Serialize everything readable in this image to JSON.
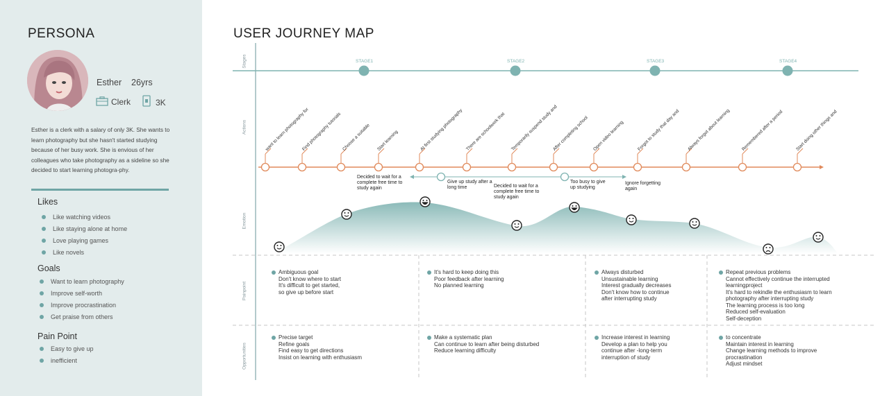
{
  "persona": {
    "title": "PERSONA",
    "name": "Esther",
    "age": "26yrs",
    "job": "Clerk",
    "salary": "3K",
    "bio": "Esther is a clerk with a salary of only 3K. She wants to learn photography but she hasn't started studying because of her busy work. She is envious of her colleagues who take photography as a sideline so she decided to start learning photogra-phy.",
    "likes_title": "Likes",
    "likes": [
      "Like watching videos",
      "Like staying alone at home",
      "Love playing games",
      "Like novels"
    ],
    "goals_title": "Goals",
    "goals": [
      "Want to learn photography",
      "Improve self-worth",
      "Improve procrastination",
      "Get praise from others"
    ],
    "pain_title": "Pain Point",
    "pains": [
      "Easy to give up",
      "inefficient"
    ]
  },
  "journey": {
    "title": "USER JOURNEY MAP",
    "row_labels": {
      "stages": "Stages",
      "actions": "Actions",
      "emotion": "Emotion",
      "painpoint": "Painpoint",
      "opportunities": "Opportunities"
    },
    "stages": [
      "STAGE1",
      "STAGE2",
      "STAGE3",
      "STAGE4"
    ],
    "actions": [
      "want to learn photography for",
      "Find photography tutorials",
      "Choose a suitable",
      "Start learning",
      "At first   studying photography",
      "There are schoolwork that",
      "Temporarily suspend study and",
      "After completing school",
      "Open video learning",
      "Forgot to study that day and",
      "Always forgot about learning",
      "Remembered after a period",
      "Start doing other things and"
    ],
    "below": [
      "Decided to wait for a complete free time to study again",
      "Give up study after a long time",
      "Decided to wait for a complete free time to study again",
      "Too busy to give up studying",
      "Ignore forgetting again"
    ],
    "painpoints": [
      [
        "Ambiguous goal",
        "Don't know where to start",
        "It's difficult to get started,",
        "so give up before start"
      ],
      [
        "It's hard to keep doing this",
        "Poor feedback after learning",
        "No planned learning"
      ],
      [
        "Always disturbed",
        "Unsustainable learning",
        "Interest gradually decreases",
        "Don't know how to continue",
        "after interrupting study"
      ],
      [
        "Repeat previous problems",
        "Cannot effectively continue the interrupted",
        "learningproject",
        "It's hard to rekindle the enthusiasm to learn",
        "photography after interrupting study",
        "The learning process is too long",
        "Reduced self-evaluation",
        "Self-deception"
      ]
    ],
    "opportunities": [
      [
        "Precise target",
        "Refine goals",
        "Find easy to get directions",
        "Insist on learning with enthusiasm"
      ],
      [
        "Make a systematic plan",
        "Can continue to learn after being disturbed",
        "Reduce learning difficulty"
      ],
      [
        "Increase interest in learning",
        "Develop a plan to help you",
        "continue after -long-term",
        "interruption of study"
      ],
      [
        "to concentrate",
        "Maintain interest in learning",
        "Change learning methods to improve",
        "procrastination",
        "Adjust mindset"
      ]
    ],
    "colors": {
      "teal": "#7fb3b1",
      "orange": "#e0895a",
      "panel": "#e3ecec"
    }
  }
}
